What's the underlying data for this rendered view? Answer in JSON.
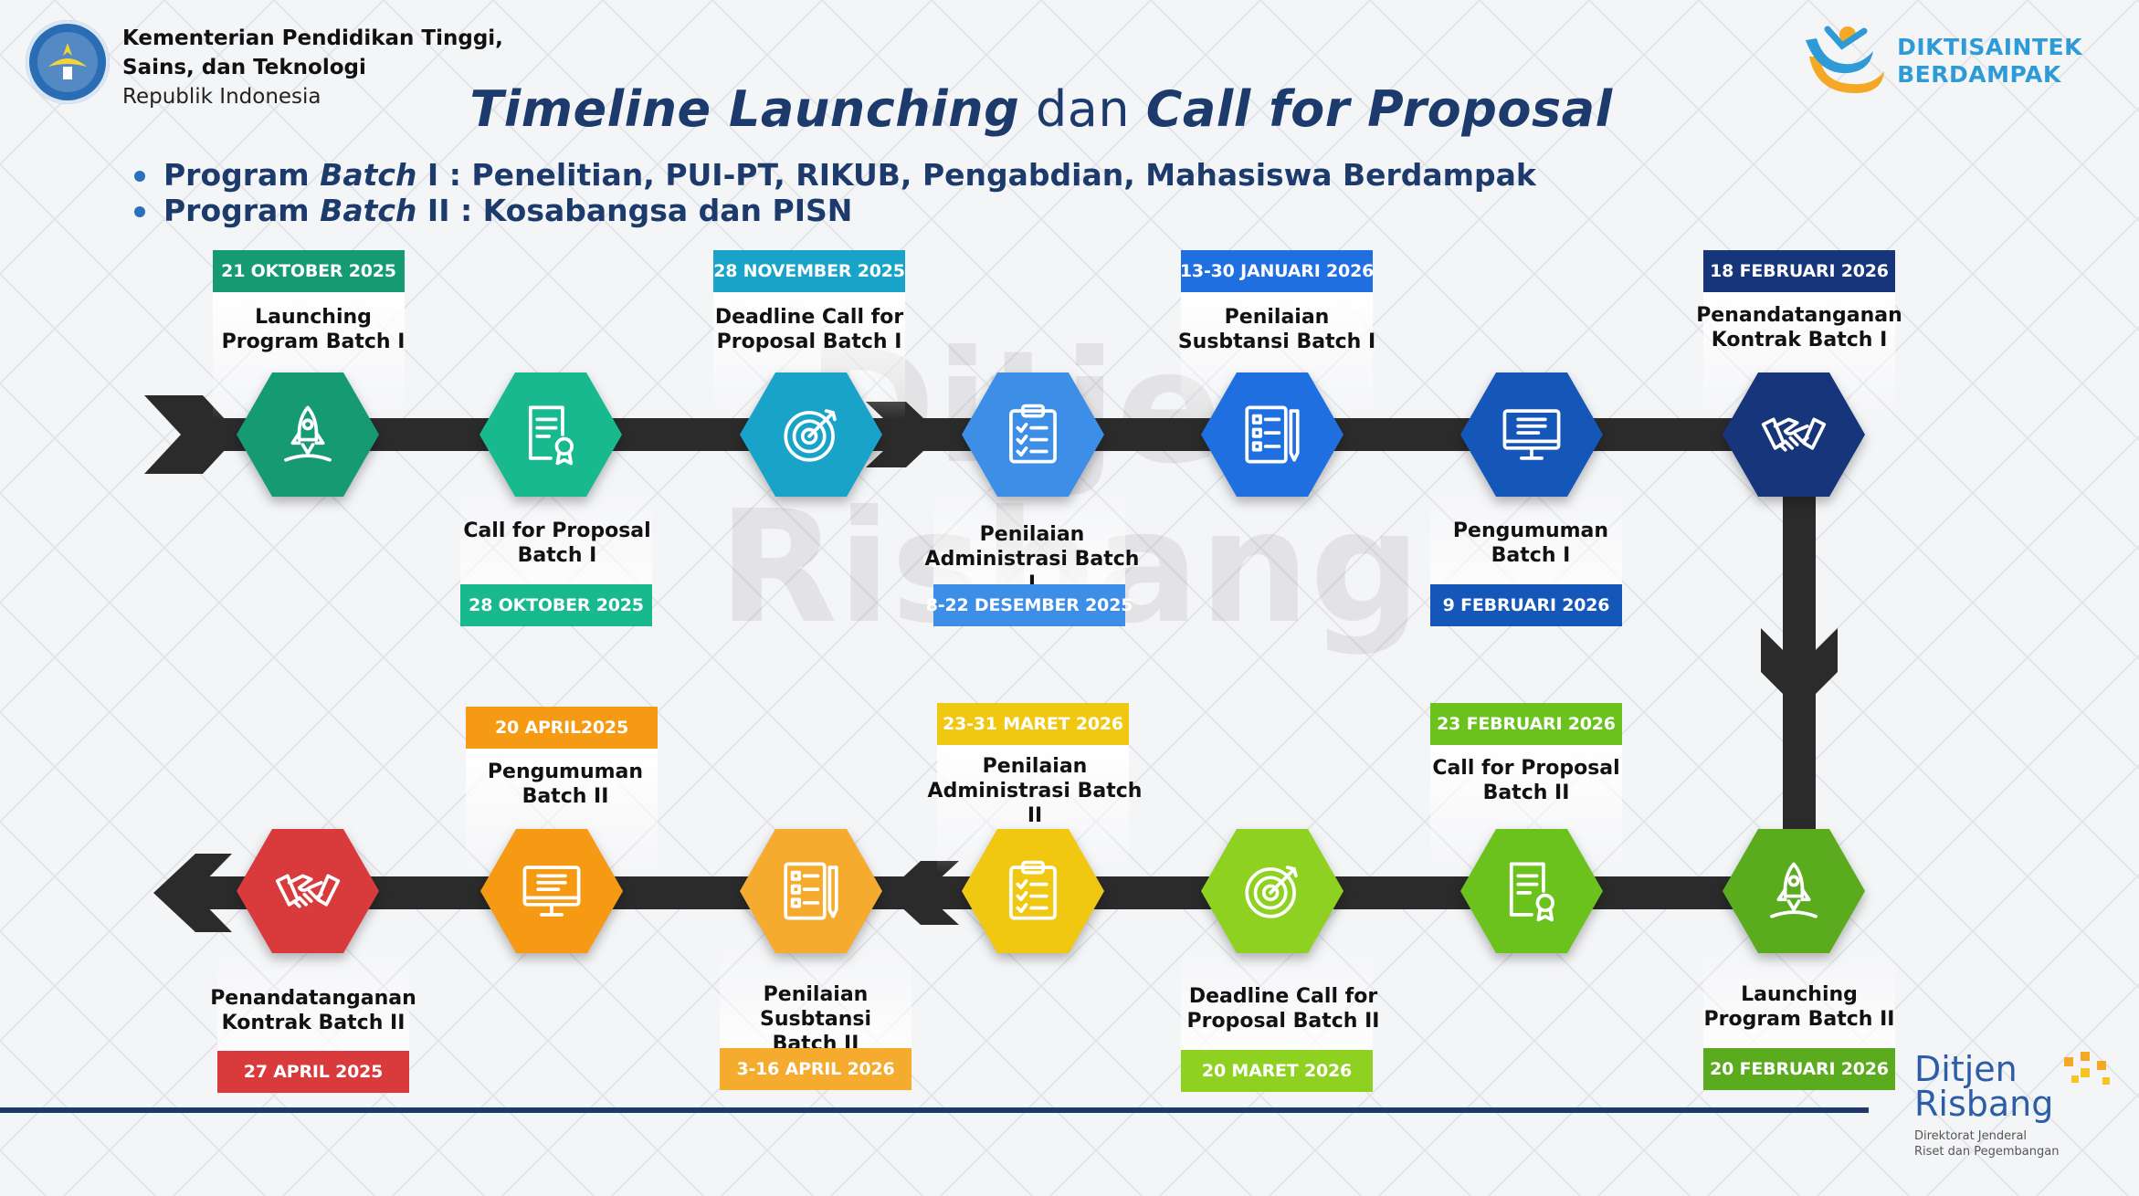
{
  "header": {
    "ministry_line1": "Kementerian Pendidikan Tinggi,",
    "ministry_line2": "Sains, dan Teknologi",
    "ministry_line3": "Republik Indonesia",
    "brand_line1": "DIKTISAINTEK",
    "brand_line2": "BERDAMPAK"
  },
  "title": {
    "part1": "Timeline Launching",
    "part2": " dan ",
    "part3": "Call for Proposal"
  },
  "bullets": [
    {
      "prefix": "Program ",
      "emph": "Batch",
      "rest": " I  : Penelitian, PUI-PT, RIKUB,  Pengabdian, Mahasiswa Berdampak"
    },
    {
      "prefix": "Program ",
      "emph": "Batch",
      "rest": " II : Kosabangsa dan PISN"
    }
  ],
  "watermark": {
    "line1": "Ditjen",
    "line2": "Risbang"
  },
  "milestones": [
    {
      "date": "21 OKTOBER 2025",
      "label_1": "Launching",
      "label_2": "Program Batch I",
      "color": "#169a72",
      "icon": "rocket-icon"
    },
    {
      "date": "28 OKTOBER 2025",
      "label_1": "Call for Proposal",
      "label_2": "Batch I",
      "color": "#18b98f",
      "icon": "proposal-document-icon"
    },
    {
      "date": "28 NOVEMBER 2025",
      "label_1": "Deadline Call for",
      "label_2": "Proposal Batch I",
      "color": "#1aa3c9",
      "icon": "target-icon"
    },
    {
      "date": "8-22 DESEMBER 2025",
      "label_1": "Penilaian",
      "label_2": "Administrasi Batch I",
      "color": "#3d8ee6",
      "icon": "clipboard-checklist-icon"
    },
    {
      "date": "13-30 JANUARI 2026",
      "label_1": "Penilaian",
      "label_2": "Susbtansi Batch I",
      "color": "#1f6fe0",
      "icon": "report-pencil-icon"
    },
    {
      "date": "9 FEBRUARI 2026",
      "label_1": "Pengumuman",
      "label_2": "Batch I",
      "color": "#1457b8",
      "icon": "computer-monitor-icon"
    },
    {
      "date": "18 FEBRUARI 2026",
      "label_1": "Penandatanganan",
      "label_2": "Kontrak Batch I",
      "color": "#17357a",
      "icon": "handshake-icon"
    },
    {
      "date": "20 FEBRUARI 2026",
      "label_1": "Launching",
      "label_2": "Program Batch II",
      "color": "#5aac1e",
      "icon": "rocket-icon"
    },
    {
      "date": "23 FEBRUARI 2026",
      "label_1": "Call for Proposal",
      "label_2": "Batch II",
      "color": "#6cc21d",
      "icon": "proposal-document-icon"
    },
    {
      "date": "20 MARET 2026",
      "label_1": "Deadline Call for",
      "label_2": "Proposal Batch II",
      "color": "#8fd120",
      "icon": "target-icon"
    },
    {
      "date": "23-31 MARET 2026",
      "label_1": "Penilaian",
      "label_2": "Administrasi Batch II",
      "color": "#f0c812",
      "icon": "clipboard-checklist-icon"
    },
    {
      "date": "3-16 APRIL 2026",
      "label_1": "Penilaian Susbtansi",
      "label_2": "Batch II",
      "color": "#f5ab2e",
      "icon": "report-pencil-icon"
    },
    {
      "date": "20 APRIL2025",
      "label_1": "Pengumuman",
      "label_2": "Batch II",
      "color": "#f59a12",
      "icon": "computer-monitor-icon"
    },
    {
      "date": "27 APRIL 2025",
      "label_1": "Penandatanganan",
      "label_2": "Kontrak Batch II",
      "color": "#d93a3c",
      "icon": "handshake-icon"
    }
  ],
  "footer": {
    "logo_line1": "Ditjen",
    "logo_line2": "Risbang",
    "sub_line1": "Direktorat Jenderal",
    "sub_line2": "Riset dan Pegembangan"
  }
}
